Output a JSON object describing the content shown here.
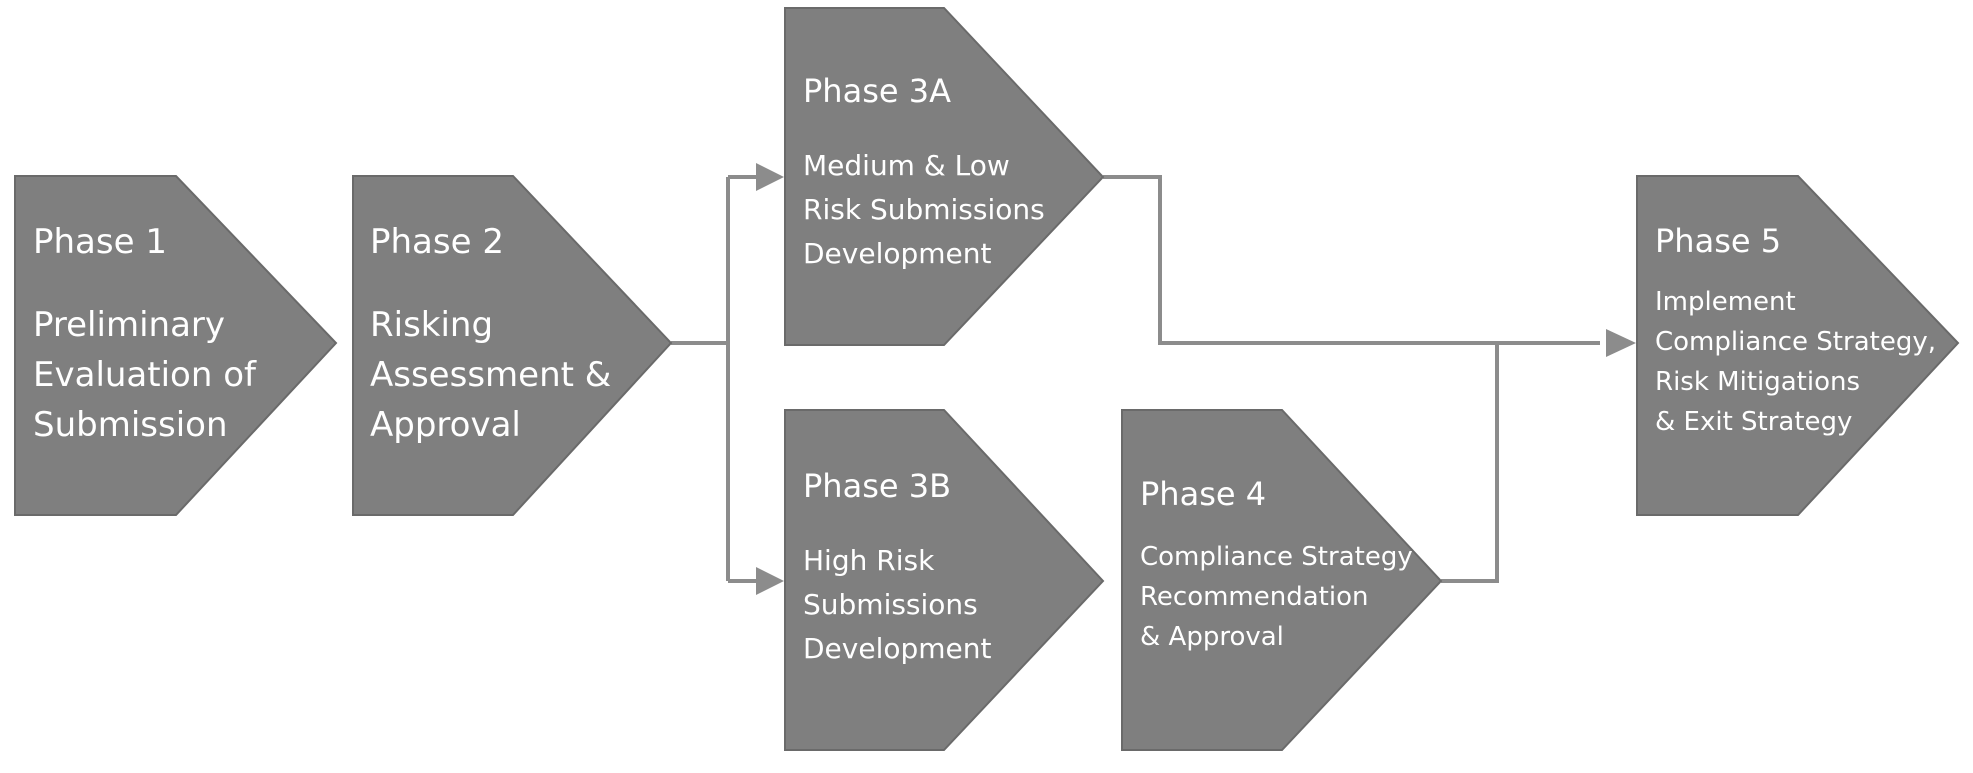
{
  "diagram": {
    "shape_fill": "#7f7f7f",
    "shape_stroke": "#6a6a6a",
    "connector_color": "#8c8c8c",
    "phases": [
      {
        "id": "phase1",
        "title": "Phase 1",
        "lines": [
          "Preliminary",
          "Evaluation of",
          "Submission"
        ]
      },
      {
        "id": "phase2",
        "title": "Phase 2",
        "lines": [
          "Risking",
          "Assessment &",
          "Approval"
        ]
      },
      {
        "id": "phase3a",
        "title": "Phase 3A",
        "lines": [
          "Medium & Low",
          "Risk Submissions",
          "Development"
        ]
      },
      {
        "id": "phase3b",
        "title": "Phase 3B",
        "lines": [
          "High Risk",
          "Submissions",
          "Development"
        ]
      },
      {
        "id": "phase4",
        "title": "Phase 4",
        "lines": [
          "Compliance Strategy",
          "Recommendation",
          "& Approval"
        ]
      },
      {
        "id": "phase5",
        "title": "Phase 5",
        "lines": [
          "Implement",
          "Compliance Strategy,",
          "Risk Mitigations",
          "& Exit Strategy"
        ]
      }
    ]
  }
}
